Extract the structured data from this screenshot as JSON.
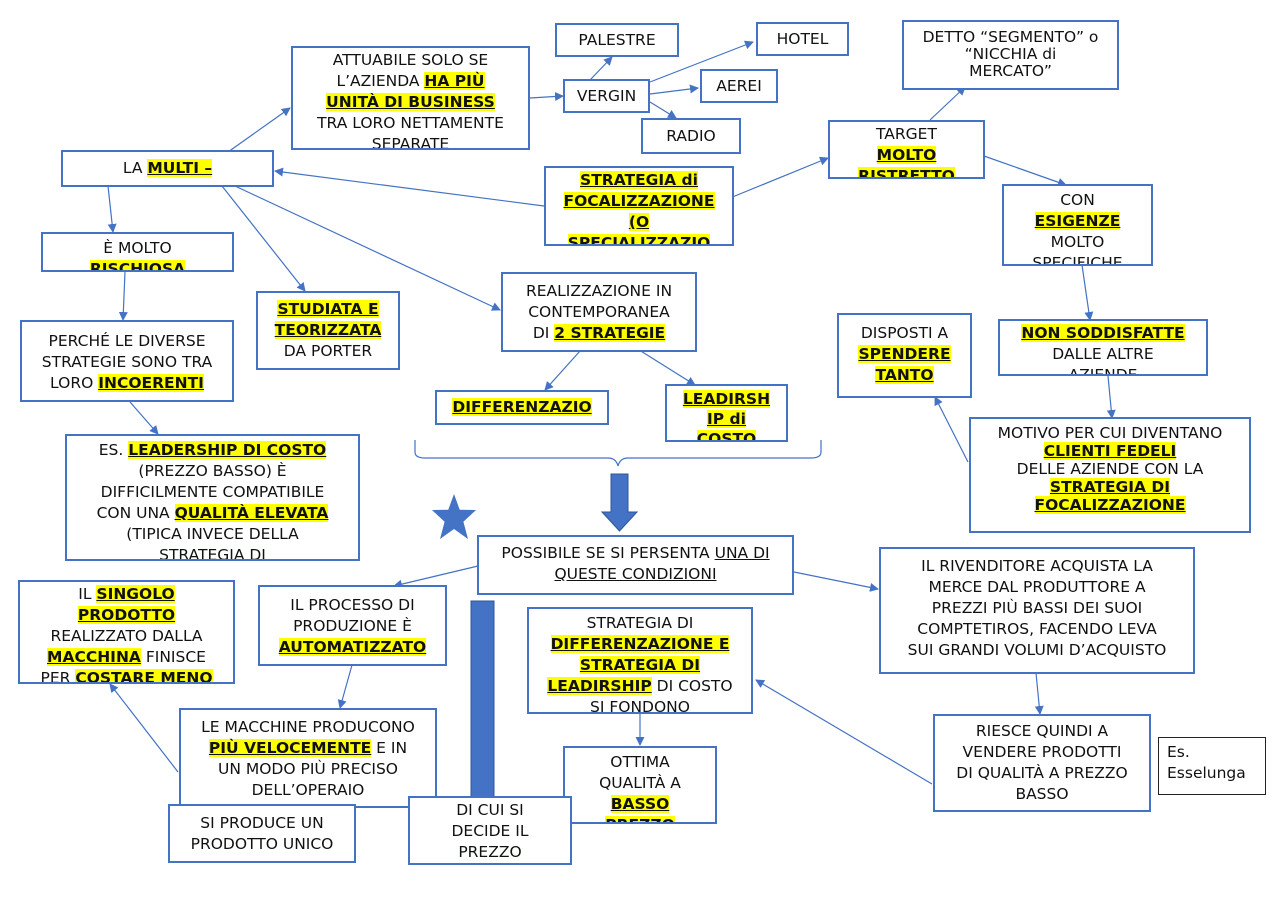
{
  "colors": {
    "box_border": "#4472c4",
    "highlight": "#ffff00",
    "arrow": "#4472c4",
    "shape_fill": "#4472c4"
  },
  "icons": {
    "star": "star-icon",
    "down_arrow": "block-down-arrow",
    "brace": "curly-brace",
    "bar": "vertical-bar"
  },
  "nodes": {
    "multi": [
      {
        "t": "LA "
      },
      {
        "t": "MULTI –",
        "h": true
      }
    ],
    "attuabile": [
      [
        {
          "t": "ATTUABILE SOLO SE"
        }
      ],
      [
        {
          "t": "L’AZIENDA "
        },
        {
          "t": "HA PIÙ",
          "h": true
        }
      ],
      [
        {
          "t": "UNITÀ DI BUSINESS",
          "h": true
        }
      ],
      [
        {
          "t": "TRA LORO NETTAMENTE"
        }
      ],
      [
        {
          "t": "SEPARATE"
        }
      ]
    ],
    "palestre": "PALESTRE",
    "hotel": "HOTEL",
    "vergin": "VERGIN",
    "aerei": "AEREI",
    "radio": "RADIO",
    "detto": [
      [
        {
          "t": "DETTO “SEGMENTO” o"
        }
      ],
      [
        {
          "t": " "
        }
      ],
      [
        {
          "t": "“NICCHIA di"
        }
      ],
      [
        {
          "t": "MERCATO”"
        }
      ]
    ],
    "target": [
      [
        {
          "t": "TARGET"
        }
      ],
      [
        {
          "t": "MOLTO",
          "h": true
        }
      ],
      [
        {
          "t": "RISTRETTO",
          "h": true
        }
      ]
    ],
    "strategia_foc": [
      [
        {
          "t": "STRATEGIA di",
          "h": true
        }
      ],
      [
        {
          "t": "FOCALIZZAZIONE",
          "h": true
        }
      ],
      [
        {
          "t": "(O",
          "h": true
        }
      ],
      [
        {
          "t": "SPECIALIZZAZIO",
          "h": true
        }
      ]
    ],
    "esigenze": [
      [
        {
          "t": "CON"
        }
      ],
      [
        {
          "t": "ESIGENZE",
          "h": true
        }
      ],
      [
        {
          "t": "MOLTO"
        }
      ],
      [
        {
          "t": "SPECIFICHE"
        }
      ]
    ],
    "rischiosa": [
      [
        {
          "t": "È MOLTO"
        }
      ],
      [
        {
          "t": "RISCHIOSA",
          "h": true
        }
      ]
    ],
    "studiata": [
      [
        {
          "t": "STUDIATA E",
          "h": true
        }
      ],
      [
        {
          "t": "TEORIZZATA",
          "h": true
        }
      ],
      [
        {
          "t": "DA PORTER"
        }
      ]
    ],
    "realizzazione": [
      [
        {
          "t": "REALIZZAZIONE IN"
        }
      ],
      [
        {
          "t": "CONTEMPORANEA"
        }
      ],
      [
        {
          "t": "DI "
        },
        {
          "t": "2 STRATEGIE",
          "h": true
        }
      ]
    ],
    "disposti": [
      [
        {
          "t": "DISPOSTI A"
        }
      ],
      [
        {
          "t": "SPENDERE",
          "h": true
        }
      ],
      [
        {
          "t": "TANTO",
          "h": true
        }
      ]
    ],
    "non_soddisfatte": [
      [
        {
          "t": "NON SODDISFATTE",
          "h": true
        }
      ],
      [
        {
          "t": "DALLE ALTRE"
        }
      ],
      [
        {
          "t": "AZIENDE"
        }
      ]
    ],
    "perche": [
      [
        {
          "t": "PERCHÉ LE DIVERSE"
        }
      ],
      [
        {
          "t": "STRATEGIE SONO TRA"
        }
      ],
      [
        {
          "t": "LORO "
        },
        {
          "t": "INCOERENTI",
          "h": true
        }
      ]
    ],
    "differenziazione": [
      [
        {
          "t": "DIFFERENZAZIO",
          "h": true
        }
      ]
    ],
    "leadership_small": [
      [
        {
          "t": "LEADIRSH",
          "h": true
        }
      ],
      [
        {
          "t": "IP di",
          "h": true
        }
      ],
      [
        {
          "t": "COSTO",
          "h": true
        }
      ]
    ],
    "motivo": [
      [
        {
          "t": "MOTIVO PER CUI DIVENTANO"
        }
      ],
      [
        {
          "t": "CLIENTI FEDELI",
          "h": true
        }
      ],
      [
        {
          "t": " "
        }
      ],
      [
        {
          "t": "DELLE AZIENDE CON LA"
        }
      ],
      [
        {
          "t": "STRATEGIA DI",
          "h": true
        }
      ],
      [
        {
          "t": "FOCALIZZAZIONE",
          "h": true
        }
      ]
    ],
    "es_leadership": [
      [
        {
          "t": "ES. "
        },
        {
          "t": "LEADERSHIP DI COSTO",
          "h": true
        }
      ],
      [
        {
          "t": "(PREZZO BASSO) È"
        }
      ],
      [
        {
          "t": "DIFFICILMENTE COMPATIBILE"
        }
      ],
      [
        {
          "t": "CON UNA "
        },
        {
          "t": "QUALITÀ ELEVATA",
          "h": true
        }
      ],
      [
        {
          "t": "(TIPICA INVECE DELLA"
        }
      ],
      [
        {
          "t": "STRATEGIA DI"
        }
      ]
    ],
    "possibile": [
      [
        {
          "t": "POSSIBILE SE SI PERSENTA "
        },
        {
          "t": "UNA DI",
          "u": true
        }
      ],
      [
        {
          "t": "QUESTE CONDIZIONI",
          "u": true
        }
      ]
    ],
    "rivenditore": [
      [
        {
          "t": "IL RIVENDITORE ACQUISTA LA"
        }
      ],
      [
        {
          "t": "MERCE DAL PRODUTTORE A"
        }
      ],
      [
        {
          "t": "PREZZI PIÙ BASSI DEI SUOI"
        }
      ],
      [
        {
          "t": "COMPTETIROS, FACENDO LEVA"
        }
      ],
      [
        {
          "t": "SUI GRANDI VOLUMI D’ACQUISTO"
        }
      ]
    ],
    "singolo": [
      [
        {
          "t": "IL "
        },
        {
          "t": "SINGOLO",
          "h": true
        }
      ],
      [
        {
          "t": "PRODOTTO",
          "h": true
        }
      ],
      [
        {
          "t": "REALIZZATO DALLA"
        }
      ],
      [
        {
          "t": "MACCHINA",
          "h": true
        },
        {
          "t": " FINISCE"
        }
      ],
      [
        {
          "t": "PER "
        },
        {
          "t": "COSTARE MENO",
          "h": true
        }
      ]
    ],
    "processo": [
      [
        {
          "t": "IL PROCESSO DI"
        }
      ],
      [
        {
          "t": "PRODUZIONE È"
        }
      ],
      [
        {
          "t": "AUTOMATIZZATO",
          "h": true
        }
      ]
    ],
    "strategia_diff": [
      [
        {
          "t": "STRATEGIA DI"
        }
      ],
      [
        {
          "t": "DIFFERENZAZIONE E",
          "h": true
        }
      ],
      [
        {
          "t": "STRATEGIA DI",
          "h": true
        }
      ],
      [
        {
          "t": "LEADIRSHIP",
          "h": true
        },
        {
          "t": " DI COSTO"
        }
      ],
      [
        {
          "t": "SI FONDONO"
        }
      ]
    ],
    "macchine": [
      [
        {
          "t": "LE MACCHINE PRODUCONO"
        }
      ],
      [
        {
          "t": "PIÙ VELOCEMENTE",
          "h": true
        },
        {
          "t": " E IN"
        }
      ],
      [
        {
          "t": "UN MODO PIÙ PRECISO"
        }
      ],
      [
        {
          "t": "DELL’OPERAIO"
        }
      ]
    ],
    "ottima": [
      [
        {
          "t": "OTTIMA"
        }
      ],
      [
        {
          "t": "QUALITÀ A"
        }
      ],
      [
        {
          "t": "BASSO",
          "h": true
        }
      ],
      [
        {
          "t": "PREZZO",
          "h": true
        }
      ]
    ],
    "riesce": [
      [
        {
          "t": "RIESCE QUINDI A"
        }
      ],
      [
        {
          "t": "VENDERE PRODOTTI"
        }
      ],
      [
        {
          "t": "DI QUALITÀ A PREZZO"
        }
      ],
      [
        {
          "t": "BASSO"
        }
      ]
    ],
    "esselunga": [
      [
        {
          "t": "Es."
        }
      ],
      [
        {
          "t": "Esselunga"
        }
      ]
    ],
    "produce": [
      [
        {
          "t": "SI PRODUCE UN"
        }
      ],
      [
        {
          "t": "PRODOTTO UNICO"
        }
      ]
    ],
    "cui": [
      [
        {
          "t": "DI CUI SI"
        }
      ],
      [
        {
          "t": "DECIDE IL"
        }
      ],
      [
        {
          "t": "PREZZO"
        }
      ]
    ]
  }
}
